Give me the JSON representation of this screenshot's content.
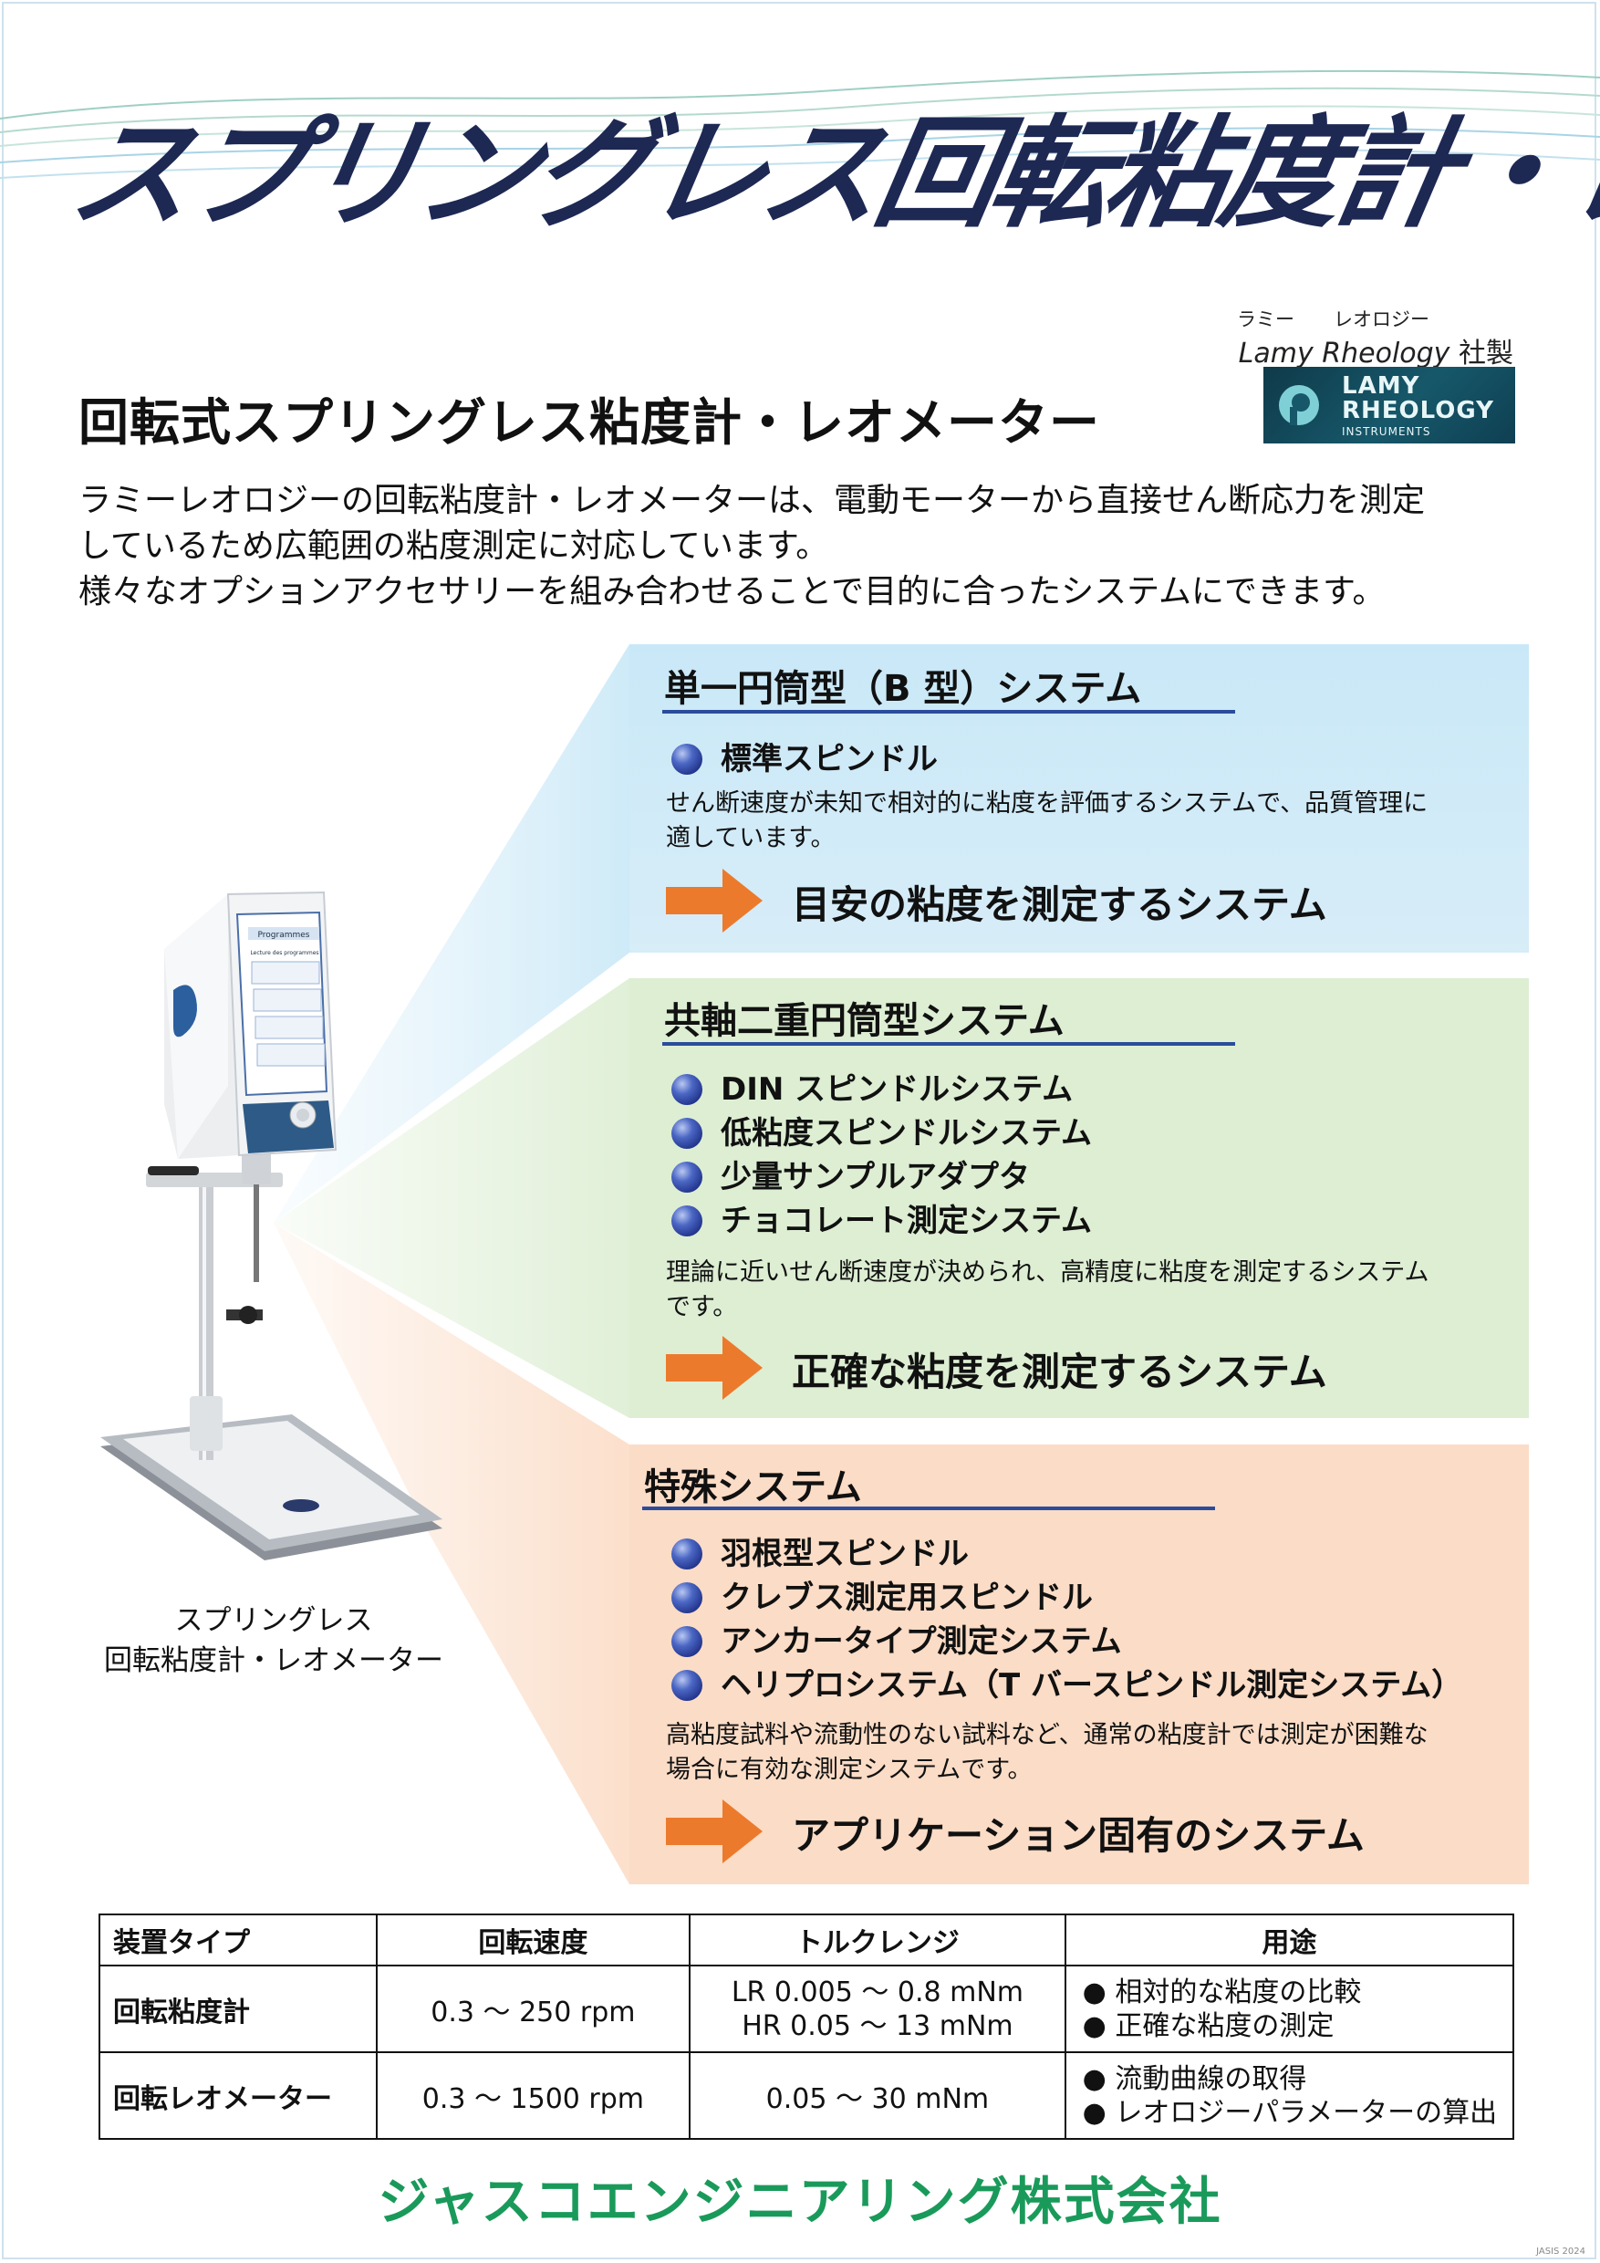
{
  "header": {
    "title": "スプリングレス回転粘度計・レオメーター",
    "maker_ruby": [
      "ラミー",
      "レオロジー"
    ],
    "maker_name": "Lamy Rheology",
    "maker_suffix": " 社製",
    "logo_lines": [
      "LAMY",
      "RHEOLOGY",
      "INSTRUMENTS"
    ]
  },
  "subtitle": "回転式スプリングレス粘度計・レオメーター",
  "intro": [
    "ラミーレオロジーの回転粘度計・レオメーターは、電動モーターから直接せん断応力を測定",
    "しているため広範囲の粘度測定に対応しています。",
    "様々なオプションアクセサリーを組み合わせることで目的に合ったシステムにできます。"
  ],
  "panels": [
    {
      "title": "単一円筒型（B 型）システム",
      "bullets": [
        "標準スピンドル"
      ],
      "desc": [
        "せん断速度が未知で相対的に粘度を評価するシステムで、品質管理に",
        "適しています。"
      ],
      "result": "目安の粘度を測定するシステム"
    },
    {
      "title": "共軸二重円筒型システム",
      "bullets": [
        "DIN スピンドルシステム",
        "低粘度スピンドルシステム",
        "少量サンプルアダプタ",
        "チョコレート測定システム"
      ],
      "desc": [
        "理論に近いせん断速度が決められ、高精度に粘度を測定するシステム",
        "です。"
      ],
      "result": "正確な粘度を測定するシステム"
    },
    {
      "title": "特殊システム",
      "bullets": [
        "羽根型スピンドル",
        "クレブス測定用スピンドル",
        "アンカータイプ測定システム",
        "ヘリプロシステム（T バースピンドル測定システム）"
      ],
      "desc": [
        "高粘度試料や流動性のない試料など、通常の粘度計では測定が困難な",
        "場合に有効な測定システムです。"
      ],
      "result": "アプリケーション固有のシステム"
    }
  ],
  "device": {
    "caption": [
      "スプリングレス",
      "回転粘度計・レオメーター"
    ],
    "screen_header": "Programmes",
    "screen_subheader": "Lecture des programmes"
  },
  "table": {
    "headers": [
      "装置タイプ",
      "回転速度",
      "トルクレンジ",
      "用途"
    ],
    "rows": [
      {
        "type": "回転粘度計",
        "speed": "0.3 ～ 250 rpm",
        "torque": [
          "LR 0.005 ～ 0.8 mNm",
          "HR 0.05 ～ 13 mNm"
        ],
        "uses": [
          "● 相対的な粘度の比較",
          "● 正確な粘度の測定"
        ]
      },
      {
        "type": "回転レオメーター",
        "speed": "0.3 ～ 1500 rpm",
        "torque": [
          "0.05 ～ 30 mNm"
        ],
        "uses": [
          "● 流動曲線の取得",
          "● レオロジーパラメーターの算出"
        ]
      }
    ]
  },
  "footer": {
    "company": "ジャスコエンジニアリング株式会社",
    "tag": "JASIS 2024"
  },
  "colors": {
    "title_navy": "#1d2853",
    "panel_blue": "#c9e8f7",
    "panel_green": "#ddeed3",
    "panel_orange": "#fbdcc6",
    "arrow_orange": "#ec7a2c",
    "underline_blue": "#2b4c9b",
    "company_green": "#1a9a5a"
  }
}
